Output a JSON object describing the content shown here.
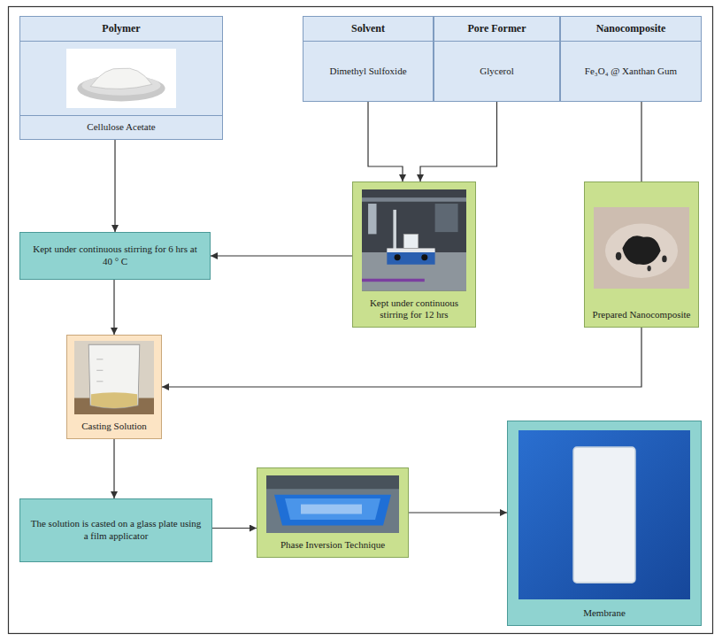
{
  "diagram": {
    "nodes": [
      {
        "text": [
          "Polymer",
          "Cellulose Acetate"
        ]
      },
      {
        "text": [
          "Solvent",
          "Dimethyl Sulfoxide"
        ]
      },
      {
        "text": [
          "Pore Former",
          "Glycerol"
        ]
      },
      {
        "text": [
          "Nanocomposite",
          "Fe₃O₄ @ Xanthan Gum"
        ]
      },
      {
        "text": [
          "Kept under continuous stirring for 12 hrs"
        ]
      },
      {
        "text": [
          "Prepared Nanocomposite"
        ]
      },
      {
        "text": [
          "Kept under continuous stirring for 6 hrs at 40 ° C"
        ]
      },
      {
        "text": [
          "Casting Solution"
        ]
      },
      {
        "text": [
          "The solution is casted on a glass plate using a film applicator"
        ]
      },
      {
        "text": [
          "Phase Inversion Technique"
        ]
      },
      {
        "text": [
          "Membrane"
        ]
      }
    ],
    "edges": [
      {
        "from": 0,
        "to": 6,
        "arrow": "to"
      },
      {
        "from": 1,
        "to": 4,
        "arrow": "to"
      },
      {
        "from": 2,
        "to": 4,
        "arrow": "to"
      },
      {
        "from": 3,
        "to": 5,
        "arrow": "none"
      },
      {
        "from": 4,
        "to": 6,
        "arrow": "to"
      },
      {
        "from": 6,
        "to": 7,
        "arrow": "to"
      },
      {
        "from": 5,
        "to": 7,
        "arrow": "to"
      },
      {
        "from": 7,
        "to": 8,
        "arrow": "to"
      },
      {
        "from": 8,
        "to": 9,
        "arrow": "to"
      },
      {
        "from": 9,
        "to": 10,
        "arrow": "to"
      }
    ]
  }
}
